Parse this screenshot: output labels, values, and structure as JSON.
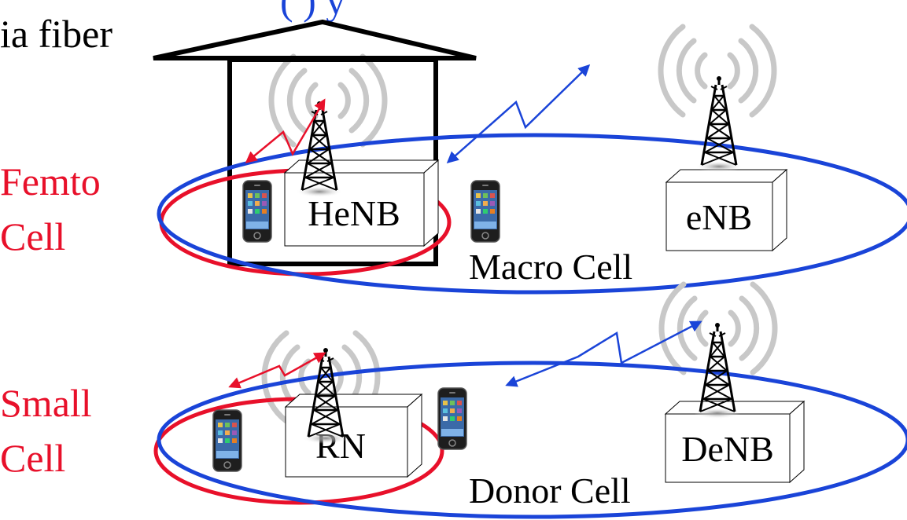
{
  "top_caption": {
    "line1": "(       )       y",
    "line2": "ia fiber"
  },
  "colors": {
    "femto": "#e8102a",
    "macro": "#1a44d8",
    "text": "#000000",
    "label_red": "#e8102a"
  },
  "femto_section": {
    "side_label_line1": "Femto",
    "side_label_line2": "Cell",
    "home_node_label": "HeNB",
    "macro_node_label": "eNB",
    "cell_label": "Macro Cell"
  },
  "small_section": {
    "side_label_line1": "Small",
    "side_label_line2": "Cell",
    "relay_node_label": "RN",
    "donor_node_label": "DeNB",
    "cell_label": "Donor Cell"
  },
  "icons": [
    "tower-icon",
    "smartphone-icon",
    "radio-wave-icon",
    "house-icon",
    "wireless-link-arrow-icon"
  ]
}
